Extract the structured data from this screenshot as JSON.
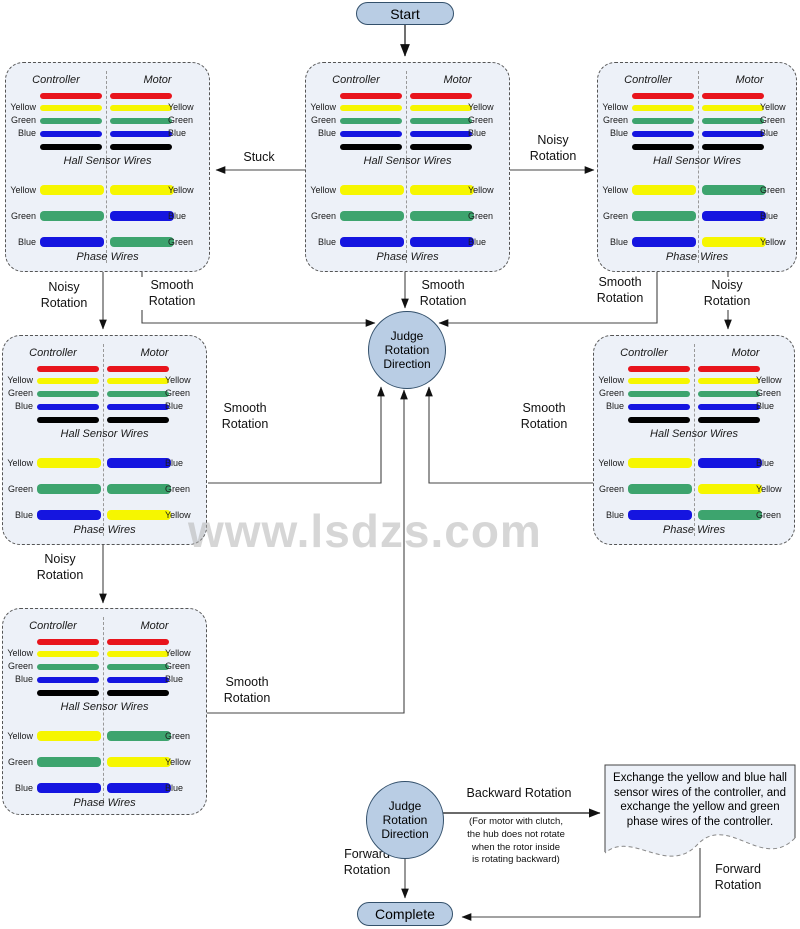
{
  "nodes": {
    "start": "Start",
    "judge": "Judge Rotation Direction",
    "complete": "Complete"
  },
  "edge_labels": {
    "stuck": "Stuck",
    "noisy": "Noisy Rotation",
    "smooth": "Smooth Rotation",
    "backward": "Backward Rotation",
    "backward_note": "(For motor with clutch,\nthe hub does not rotate\nwhen the rotor inside\nis rotating backward)",
    "forward": "Forward Rotation"
  },
  "note": {
    "text": "Exchange the yellow and blue hall sensor wires of the controller, and exchange the yellow and green phase wires of the controller."
  },
  "watermark": "www.lsdzs.com",
  "wire_colors": {
    "red": "#e8141c",
    "yellow": "#f6f600",
    "green": "#3da46e",
    "blue": "#1515e0",
    "black": "#000000"
  },
  "boxes": [
    {
      "id": "top-left",
      "controller_header": "Controller",
      "motor_header": "Motor",
      "hall_label": "Hall Sensor Wires",
      "phase_label": "Phase Wires",
      "hall_rows": [
        {
          "left": "",
          "lc": "red",
          "right": "",
          "rc": "red"
        },
        {
          "left": "Yellow",
          "lc": "yellow",
          "right": "Yellow",
          "rc": "yellow"
        },
        {
          "left": "Green",
          "lc": "green",
          "right": "Green",
          "rc": "green"
        },
        {
          "left": "Blue",
          "lc": "blue",
          "right": "Blue",
          "rc": "blue"
        },
        {
          "left": "",
          "lc": "black",
          "right": "",
          "rc": "black"
        }
      ],
      "phase_rows": [
        {
          "left": "Yellow",
          "lc": "yellow",
          "right": "Yellow",
          "rc": "yellow"
        },
        {
          "left": "Green",
          "lc": "green",
          "right": "Blue",
          "rc": "blue"
        },
        {
          "left": "Blue",
          "lc": "blue",
          "right": "Green",
          "rc": "green"
        }
      ]
    },
    {
      "id": "top-center",
      "controller_header": "Controller",
      "motor_header": "Motor",
      "hall_label": "Hall Sensor Wires",
      "phase_label": "Phase Wires",
      "hall_rows": [
        {
          "left": "",
          "lc": "red",
          "right": "",
          "rc": "red"
        },
        {
          "left": "Yellow",
          "lc": "yellow",
          "right": "Yellow",
          "rc": "yellow"
        },
        {
          "left": "Green",
          "lc": "green",
          "right": "Green",
          "rc": "green"
        },
        {
          "left": "Blue",
          "lc": "blue",
          "right": "Blue",
          "rc": "blue"
        },
        {
          "left": "",
          "lc": "black",
          "right": "",
          "rc": "black"
        }
      ],
      "phase_rows": [
        {
          "left": "Yellow",
          "lc": "yellow",
          "right": "Yellow",
          "rc": "yellow"
        },
        {
          "left": "Green",
          "lc": "green",
          "right": "Green",
          "rc": "green"
        },
        {
          "left": "Blue",
          "lc": "blue",
          "right": "Blue",
          "rc": "blue"
        }
      ]
    },
    {
      "id": "top-right",
      "controller_header": "Controller",
      "motor_header": "Motor",
      "hall_label": "Hall Sensor Wires",
      "phase_label": "Phase Wires",
      "hall_rows": [
        {
          "left": "",
          "lc": "red",
          "right": "",
          "rc": "red"
        },
        {
          "left": "Yellow",
          "lc": "yellow",
          "right": "Yellow",
          "rc": "yellow"
        },
        {
          "left": "Green",
          "lc": "green",
          "right": "Green",
          "rc": "green"
        },
        {
          "left": "Blue",
          "lc": "blue",
          "right": "Blue",
          "rc": "blue"
        },
        {
          "left": "",
          "lc": "black",
          "right": "",
          "rc": "black"
        }
      ],
      "phase_rows": [
        {
          "left": "Yellow",
          "lc": "yellow",
          "right": "Green",
          "rc": "green"
        },
        {
          "left": "Green",
          "lc": "green",
          "right": "Blue",
          "rc": "blue"
        },
        {
          "left": "Blue",
          "lc": "blue",
          "right": "Yellow",
          "rc": "yellow"
        }
      ]
    },
    {
      "id": "mid-left",
      "controller_header": "Controller",
      "motor_header": "Motor",
      "hall_label": "Hall Sensor Wires",
      "phase_label": "Phase Wires",
      "hall_rows": [
        {
          "left": "",
          "lc": "red",
          "right": "",
          "rc": "red"
        },
        {
          "left": "Yellow",
          "lc": "yellow",
          "right": "Yellow",
          "rc": "yellow"
        },
        {
          "left": "Green",
          "lc": "green",
          "right": "Green",
          "rc": "green"
        },
        {
          "left": "Blue",
          "lc": "blue",
          "right": "Blue",
          "rc": "blue"
        },
        {
          "left": "",
          "lc": "black",
          "right": "",
          "rc": "black"
        }
      ],
      "phase_rows": [
        {
          "left": "Yellow",
          "lc": "yellow",
          "right": "Blue",
          "rc": "blue"
        },
        {
          "left": "Green",
          "lc": "green",
          "right": "Green",
          "rc": "green"
        },
        {
          "left": "Blue",
          "lc": "blue",
          "right": "Yellow",
          "rc": "yellow"
        }
      ]
    },
    {
      "id": "mid-right",
      "controller_header": "Controller",
      "motor_header": "Motor",
      "hall_label": "Hall Sensor Wires",
      "phase_label": "Phase Wires",
      "hall_rows": [
        {
          "left": "",
          "lc": "red",
          "right": "",
          "rc": "red"
        },
        {
          "left": "Yellow",
          "lc": "yellow",
          "right": "Yellow",
          "rc": "yellow"
        },
        {
          "left": "Green",
          "lc": "green",
          "right": "Green",
          "rc": "green"
        },
        {
          "left": "Blue",
          "lc": "blue",
          "right": "Blue",
          "rc": "blue"
        },
        {
          "left": "",
          "lc": "black",
          "right": "",
          "rc": "black"
        }
      ],
      "phase_rows": [
        {
          "left": "Yellow",
          "lc": "yellow",
          "right": "Blue",
          "rc": "blue"
        },
        {
          "left": "Green",
          "lc": "green",
          "right": "Yellow",
          "rc": "yellow"
        },
        {
          "left": "Blue",
          "lc": "blue",
          "right": "Green",
          "rc": "green"
        }
      ]
    },
    {
      "id": "bottom-left",
      "controller_header": "Controller",
      "motor_header": "Motor",
      "hall_label": "Hall Sensor Wires",
      "phase_label": "Phase Wires",
      "hall_rows": [
        {
          "left": "",
          "lc": "red",
          "right": "",
          "rc": "red"
        },
        {
          "left": "Yellow",
          "lc": "yellow",
          "right": "Yellow",
          "rc": "yellow"
        },
        {
          "left": "Green",
          "lc": "green",
          "right": "Green",
          "rc": "green"
        },
        {
          "left": "Blue",
          "lc": "blue",
          "right": "Blue",
          "rc": "blue"
        },
        {
          "left": "",
          "lc": "black",
          "right": "",
          "rc": "black"
        }
      ],
      "phase_rows": [
        {
          "left": "Yellow",
          "lc": "yellow",
          "right": "Green",
          "rc": "green"
        },
        {
          "left": "Green",
          "lc": "green",
          "right": "Yellow",
          "rc": "yellow"
        },
        {
          "left": "Blue",
          "lc": "blue",
          "right": "Blue",
          "rc": "blue"
        }
      ]
    }
  ]
}
